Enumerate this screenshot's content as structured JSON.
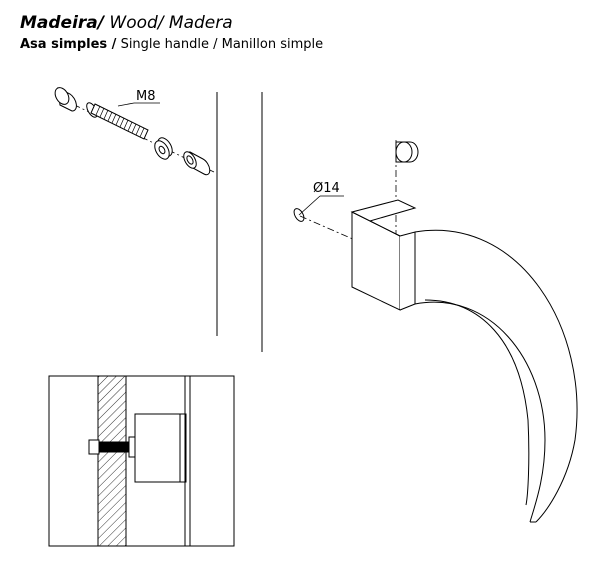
{
  "title": {
    "primary": "Madeira/",
    "secondary": " Wood/ Madera"
  },
  "subtitle": {
    "primary": "Asa  simples /",
    "secondary": " Single handle / Manillon simple"
  },
  "labels": {
    "bolt": "M8",
    "diameter": "Ø14"
  }
}
